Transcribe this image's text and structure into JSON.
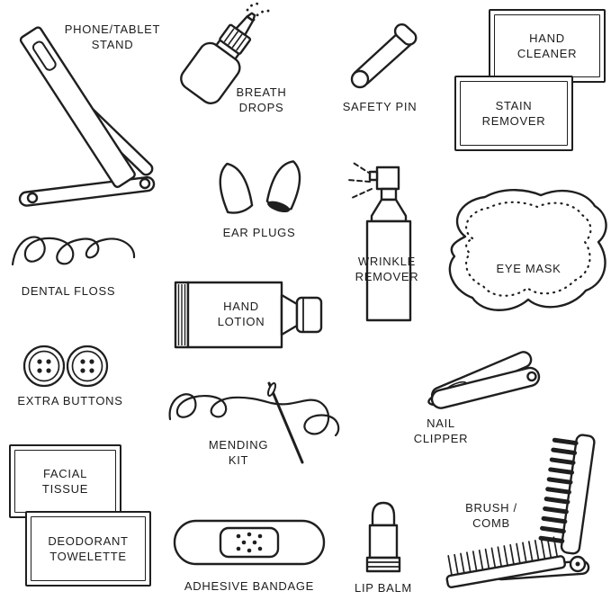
{
  "illustration": {
    "background": "#ffffff",
    "ink": "#1f1f1f",
    "description_style": "black line-art travel essentials with uppercase labels"
  },
  "items": [
    {
      "name": "phone-tablet-stand",
      "label": "PHONE/TABLET\nSTAND"
    },
    {
      "name": "breath-drops",
      "label": "BREATH\nDROPS"
    },
    {
      "name": "safety-pin",
      "label": "SAFETY PIN"
    },
    {
      "name": "hand-cleaner",
      "label": "HAND\nCLEANER"
    },
    {
      "name": "stain-remover",
      "label": "STAIN\nREMOVER"
    },
    {
      "name": "ear-plugs",
      "label": "EAR PLUGS"
    },
    {
      "name": "wrinkle-remover",
      "label": "WRINKLE\nREMOVER"
    },
    {
      "name": "eye-mask",
      "label": "EYE MASK"
    },
    {
      "name": "dental-floss",
      "label": "DENTAL FLOSS"
    },
    {
      "name": "hand-lotion",
      "label": "HAND\nLOTION"
    },
    {
      "name": "extra-buttons",
      "label": "EXTRA BUTTONS"
    },
    {
      "name": "nail-clipper",
      "label": "NAIL\nCLIPPER"
    },
    {
      "name": "mending-kit",
      "label": "MENDING\nKIT"
    },
    {
      "name": "facial-tissue",
      "label": "FACIAL\nTISSUE"
    },
    {
      "name": "deodorant-towelette",
      "label": "DEODORANT\nTOWELETTE"
    },
    {
      "name": "adhesive-bandage",
      "label": "ADHESIVE BANDAGE"
    },
    {
      "name": "lip-balm",
      "label": "LIP BALM"
    },
    {
      "name": "brush-comb",
      "label": "BRUSH /\nCOMB"
    }
  ]
}
